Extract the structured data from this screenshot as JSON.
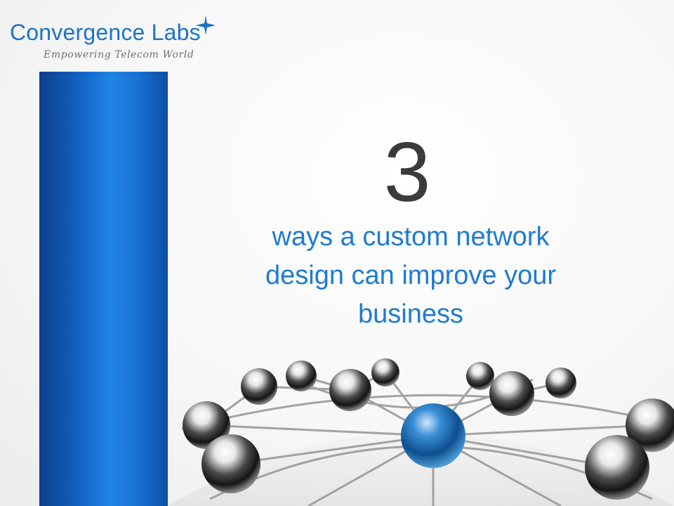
{
  "logo": {
    "name": "Convergence Labs",
    "tagline": "Empowering Telecom World",
    "icon": "sparkle-star-icon"
  },
  "slide": {
    "number": "3",
    "headline_lines": [
      "ways a custom network",
      "design can improve your",
      "business"
    ],
    "accent_color": "#1f7bd1",
    "bar_color": "#1467c7"
  },
  "image": {
    "subject": "network-spheres-illustration"
  }
}
